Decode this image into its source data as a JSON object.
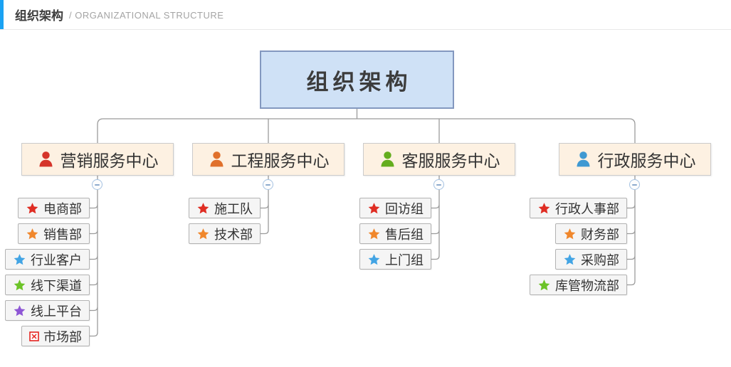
{
  "header": {
    "title": "组织架构",
    "subtitle": "/ ORGANIZATIONAL STRUCTURE"
  },
  "colors": {
    "accent_blue": "#1aa2f3",
    "root_fill": "#cfe1f6",
    "root_border": "#8398bf",
    "center_fill": "#fdf1e2",
    "leaf_fill": "#f5f5f5",
    "line_gray": "#9b9b9b",
    "collapse_ring": "#a5c2e2"
  },
  "chart": {
    "root": {
      "label": "组织架构"
    },
    "centers": [
      {
        "label": "营销服务中心",
        "icon": "person-icon",
        "icon_color": "#d5342a",
        "items": [
          {
            "label": "电商部",
            "icon": "star-icon",
            "icon_color": "#df2d23"
          },
          {
            "label": "销售部",
            "icon": "star-icon",
            "icon_color": "#f0872c"
          },
          {
            "label": "行业客户",
            "icon": "star-icon",
            "icon_color": "#42a4e4"
          },
          {
            "label": "线下渠道",
            "icon": "star-icon",
            "icon_color": "#6cc327"
          },
          {
            "label": "线上平台",
            "icon": "star-icon",
            "icon_color": "#8e56d5"
          },
          {
            "label": "市场部",
            "icon": "x-box-icon",
            "icon_color": "#e52521"
          }
        ]
      },
      {
        "label": "工程服务中心",
        "icon": "person-icon",
        "icon_color": "#e0702b",
        "items": [
          {
            "label": "施工队",
            "icon": "star-icon",
            "icon_color": "#df2d23"
          },
          {
            "label": "技术部",
            "icon": "star-icon",
            "icon_color": "#f0872c"
          }
        ]
      },
      {
        "label": "客服服务中心",
        "icon": "person-icon",
        "icon_color": "#64ad1e",
        "items": [
          {
            "label": "回访组",
            "icon": "star-icon",
            "icon_color": "#df2d23"
          },
          {
            "label": "售后组",
            "icon": "star-icon",
            "icon_color": "#f0872c"
          },
          {
            "label": "上门组",
            "icon": "star-icon",
            "icon_color": "#42a4e4"
          }
        ]
      },
      {
        "label": "行政服务中心",
        "icon": "person-icon",
        "icon_color": "#3f99d2",
        "items": [
          {
            "label": "行政人事部",
            "icon": "star-icon",
            "icon_color": "#df2d23"
          },
          {
            "label": "财务部",
            "icon": "star-icon",
            "icon_color": "#f0872c"
          },
          {
            "label": "采购部",
            "icon": "star-icon",
            "icon_color": "#42a4e4"
          },
          {
            "label": "库管物流部",
            "icon": "star-icon",
            "icon_color": "#6cc327"
          }
        ]
      }
    ]
  }
}
